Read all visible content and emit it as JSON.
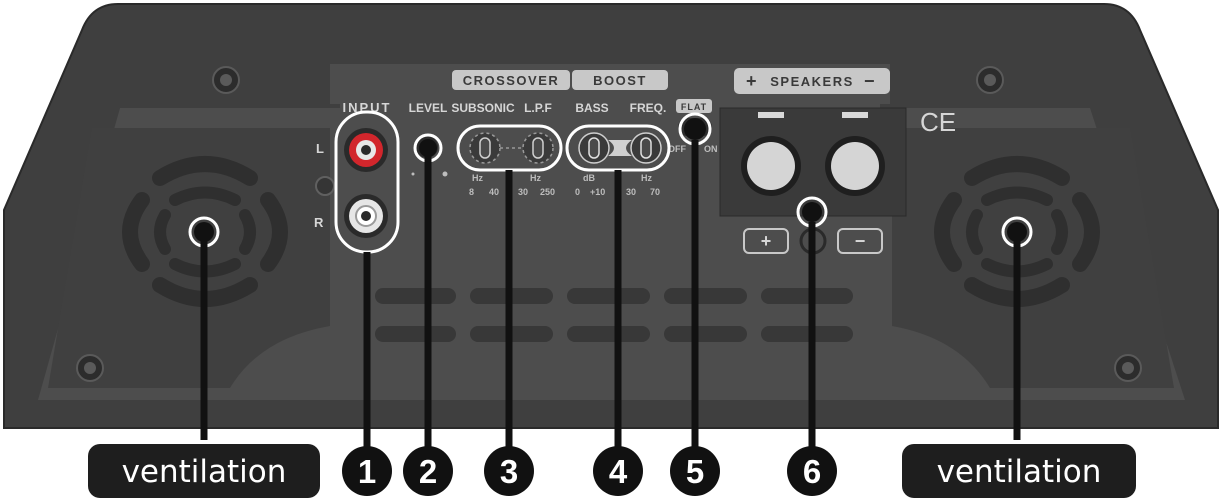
{
  "panel": {
    "input_label": "INPUT",
    "input_left": "L",
    "input_right": "R",
    "level_label": "LEVEL",
    "crossover_label": "CROSSOVER",
    "boost_label": "BOOST",
    "subsonic_label": "SUBSONIC",
    "lpf_label": "L.P.F",
    "bass_label": "BASS",
    "freq_label": "FREQ.",
    "flat_label": "FLAT",
    "flat_off": "OFF",
    "flat_on": "ON",
    "speakers_label": "SPEAKERS",
    "ce_mark": "CE",
    "subsonic_unit": "Hz",
    "subsonic_min": "8",
    "subsonic_max": "40",
    "lpf_unit": "Hz",
    "lpf_min": "30",
    "lpf_max": "250",
    "bass_unit": "dB",
    "bass_min": "0",
    "bass_max": "+10",
    "freq_unit": "Hz",
    "freq_min": "30",
    "freq_max": "70",
    "plus_symbol": "+",
    "minus_symbol": "−"
  },
  "callouts": {
    "ventilation_left": "ventilation",
    "ventilation_right": "ventilation",
    "n1": "1",
    "n2": "2",
    "n3": "3",
    "n4": "4",
    "n5": "5",
    "n6": "6"
  },
  "colors": {
    "body_outer": "#3f3f3f",
    "panel": "#4d4d4d",
    "label_bg": "#1e1e1e",
    "rca_red": "#d2262c",
    "highlight": "#ffffff"
  }
}
